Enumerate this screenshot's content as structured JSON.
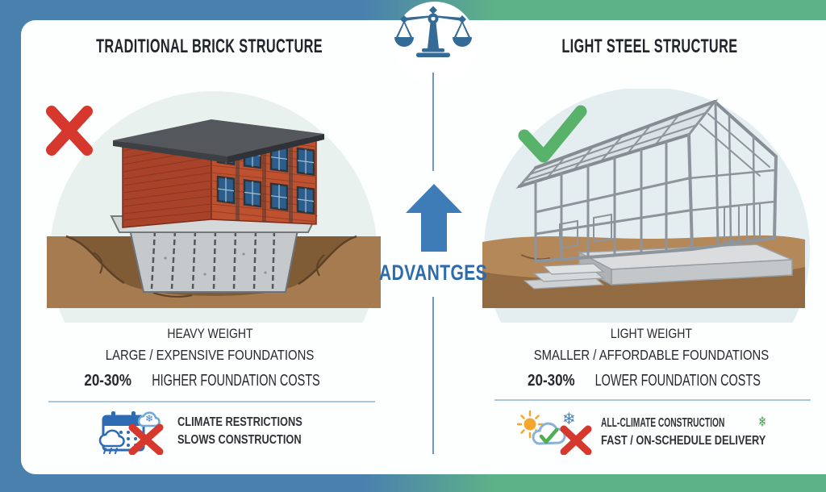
{
  "left": {
    "title": "TRADITIONAL BRICK STRUCTURE",
    "features": [
      "HEAVY WEIGHT",
      "LARGE / EXPENSIVE FOUNDATIONS"
    ],
    "cost_stat": "20-30%",
    "cost_label": "HIGHER FOUNDATION COSTS",
    "climate": [
      "CLIMATE RESTRICTIONS",
      "SLOWS CONSTRUCTION"
    ]
  },
  "right": {
    "title": "LIGHT STEEL STRUCTURE",
    "features": [
      "LIGHT WEIGHT",
      "SMALLER / AFFORDABLE FOUNDATIONS"
    ],
    "cost_stat": "20-30%",
    "cost_label": "LOWER FOUNDATION COSTS",
    "climate": [
      "ALL-CLIMATE CONSTRUCTION",
      "FAST / ON-SCHEDULE DELIVERY"
    ]
  },
  "center": {
    "label": "ADVANTGES"
  },
  "icons": {
    "balance_scale": "balance-scale-icon",
    "up_arrow": "up-arrow-icon",
    "red_x": "red-x-icon",
    "green_check": "green-check-icon",
    "calendar_rain": "calendar-rain-icon",
    "snow_cloud": "snow-cloud-icon",
    "sun": "sun-icon",
    "cloud_check": "cloud-check-icon",
    "snowflake_glyph": "❄"
  },
  "colors": {
    "frame_blue": "#4a80ae",
    "frame_green": "#5eb287",
    "accent_blue": "#2d6cab",
    "error_red": "#d6382e",
    "success_green": "#58b26a"
  }
}
